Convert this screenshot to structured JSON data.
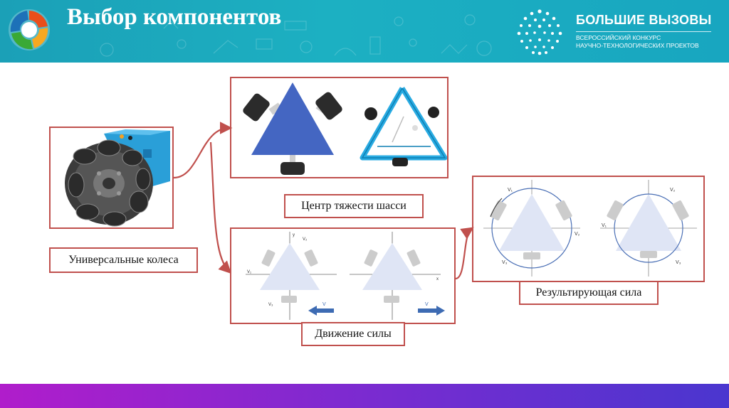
{
  "header": {
    "title": "Выбор компонентов",
    "brand": {
      "name": "БОЛЬШИЕ ВЫЗОВЫ",
      "subtitle_line1": "ВСЕРОССИЙСКИЙ КОНКУРС",
      "subtitle_line2": "НАУЧНО-ТЕХНОЛОГИЧЕСКИХ ПРОЕКТОВ"
    }
  },
  "labels": {
    "wheels": "Универсальные колеса",
    "center_of_gravity": "Центр тяжести шасси",
    "force_movement": "Движение силы",
    "resultant_force": "Результирующая сила"
  },
  "force_diagram": {
    "axis_x": "x",
    "axis_y": "y",
    "v1": "V₁",
    "v2": "V₂",
    "v3": "V₃",
    "v": "V"
  },
  "colors": {
    "header": "#1cacbf",
    "frame": "#c0504d",
    "triangle": "#4466c2",
    "chassis": "#29abe2",
    "footer_start": "#b01dcb",
    "footer_end": "#4a36cf"
  }
}
